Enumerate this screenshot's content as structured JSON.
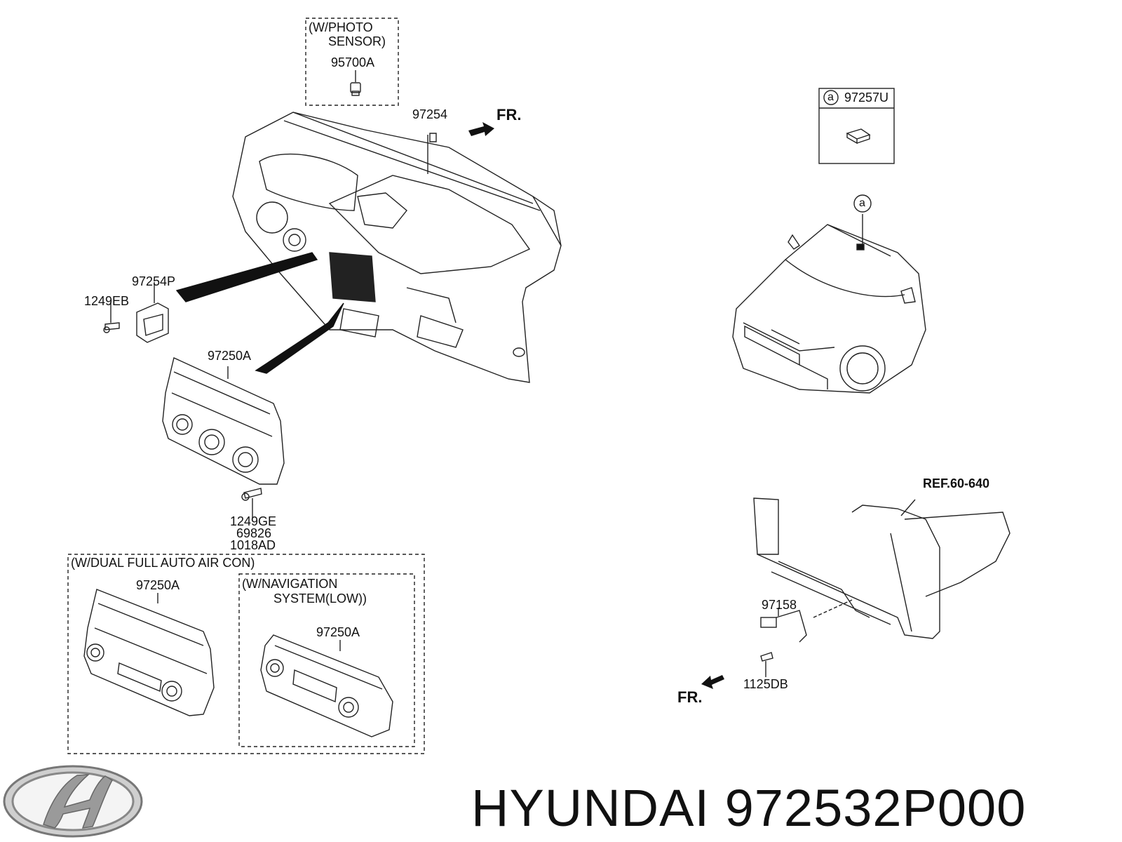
{
  "top_box": {
    "title_line1": "(W/PHOTO",
    "title_line2": "SENSOR)",
    "part": "95700A"
  },
  "dashboard": {
    "fr_label": "FR.",
    "part_97254": "97254",
    "part_97254P": "97254P",
    "part_1249EB": "1249EB",
    "part_97250A": "97250A",
    "fasteners": [
      "1249GE",
      "69826",
      "1018AD"
    ]
  },
  "dual_box": {
    "title": "(W/DUAL FULL AUTO AIR CON)",
    "part": "97250A"
  },
  "nav_box": {
    "title_line1": "(W/NAVIGATION",
    "title_line2": "SYSTEM(LOW))",
    "part": "97250A"
  },
  "detail_a": {
    "circle_letter": "a",
    "part": "97257U",
    "callout": "a"
  },
  "radiator": {
    "ref": "REF.60-640",
    "part_97158": "97158",
    "part_1125DB": "1125DB",
    "fr_label": "FR."
  },
  "footer": {
    "brand": "HYUNDAI",
    "part_number": "972532P000"
  },
  "icons": [
    "hyundai-logo-icon",
    "front-arrow-icon"
  ]
}
